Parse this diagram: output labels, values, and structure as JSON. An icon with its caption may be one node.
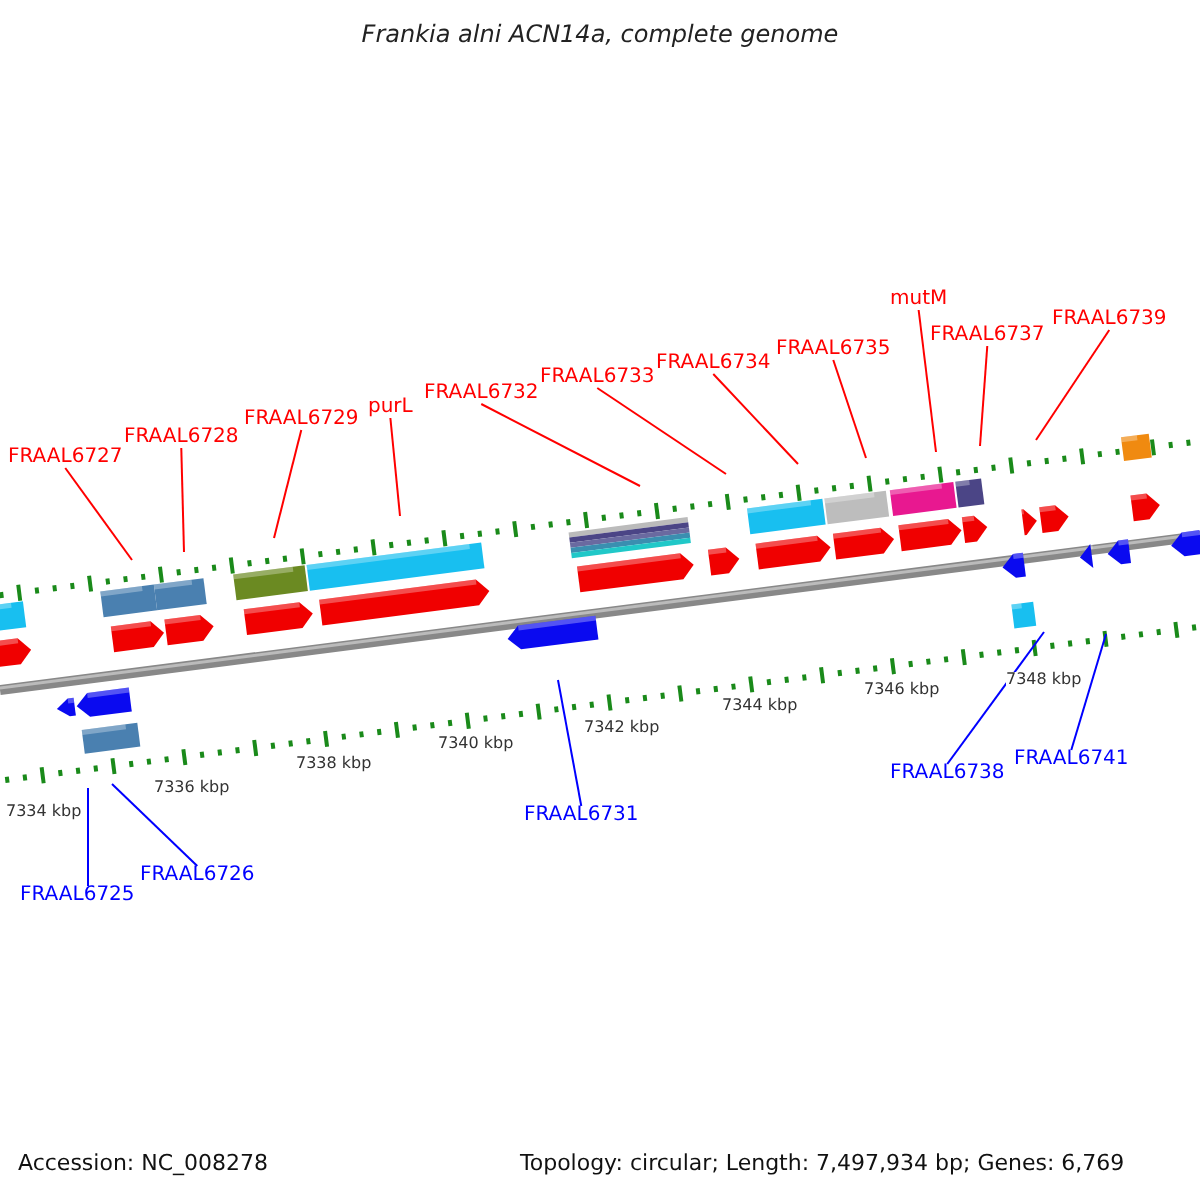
{
  "diagram": {
    "title": "Frankia alni ACN14a, complete genome",
    "nodes": [
      {
        "text": [
          "FRAAL6727"
        ]
      },
      {
        "text": [
          "FRAAL6728"
        ]
      },
      {
        "text": [
          "FRAAL6729"
        ]
      },
      {
        "text": [
          "purL"
        ]
      },
      {
        "text": [
          "FRAAL6732"
        ]
      },
      {
        "text": [
          "FRAAL6733"
        ]
      },
      {
        "text": [
          "FRAAL6734"
        ]
      },
      {
        "text": [
          "FRAAL6735"
        ]
      },
      {
        "text": [
          "mutM"
        ]
      },
      {
        "text": [
          "FRAAL6737"
        ]
      },
      {
        "text": [
          "FRAAL6739"
        ]
      },
      {
        "text": [
          "FRAAL6725"
        ]
      },
      {
        "text": [
          "FRAAL6726"
        ]
      },
      {
        "text": [
          "FRAAL6731"
        ]
      },
      {
        "text": [
          "FRAAL6738"
        ]
      },
      {
        "text": [
          "FRAAL6741"
        ]
      }
    ],
    "edges": [
      {
        "from": 0,
        "to": null,
        "arrow": "none"
      },
      {
        "from": 1,
        "to": null,
        "arrow": "none"
      },
      {
        "from": 2,
        "to": null,
        "arrow": "none"
      },
      {
        "from": 3,
        "to": null,
        "arrow": "none"
      },
      {
        "from": 4,
        "to": null,
        "arrow": "none"
      },
      {
        "from": 5,
        "to": null,
        "arrow": "none"
      },
      {
        "from": 6,
        "to": null,
        "arrow": "none"
      },
      {
        "from": 7,
        "to": null,
        "arrow": "none"
      },
      {
        "from": 8,
        "to": null,
        "arrow": "none"
      },
      {
        "from": 9,
        "to": null,
        "arrow": "none"
      },
      {
        "from": 10,
        "to": null,
        "arrow": "none"
      },
      {
        "from": 11,
        "to": null,
        "arrow": "none",
        "color": "#0000ff"
      },
      {
        "from": 12,
        "to": null,
        "arrow": "none",
        "color": "#0000ff"
      },
      {
        "from": 13,
        "to": null,
        "arrow": "none",
        "color": "#0000ff"
      },
      {
        "from": 14,
        "to": null,
        "arrow": "none",
        "color": "#0000ff"
      },
      {
        "from": 15,
        "to": null,
        "arrow": "none",
        "color": "#0000ff"
      }
    ],
    "labels": [
      "7334 kbp",
      "7336 kbp",
      "7338 kbp",
      "7340 kbp",
      "7342 kbp",
      "7344 kbp",
      "7346 kbp",
      "7348 kbp",
      "Accession: NC_008278",
      "Topology: circular; Length: 7,497,934 bp; Genes: 6,769"
    ]
  }
}
